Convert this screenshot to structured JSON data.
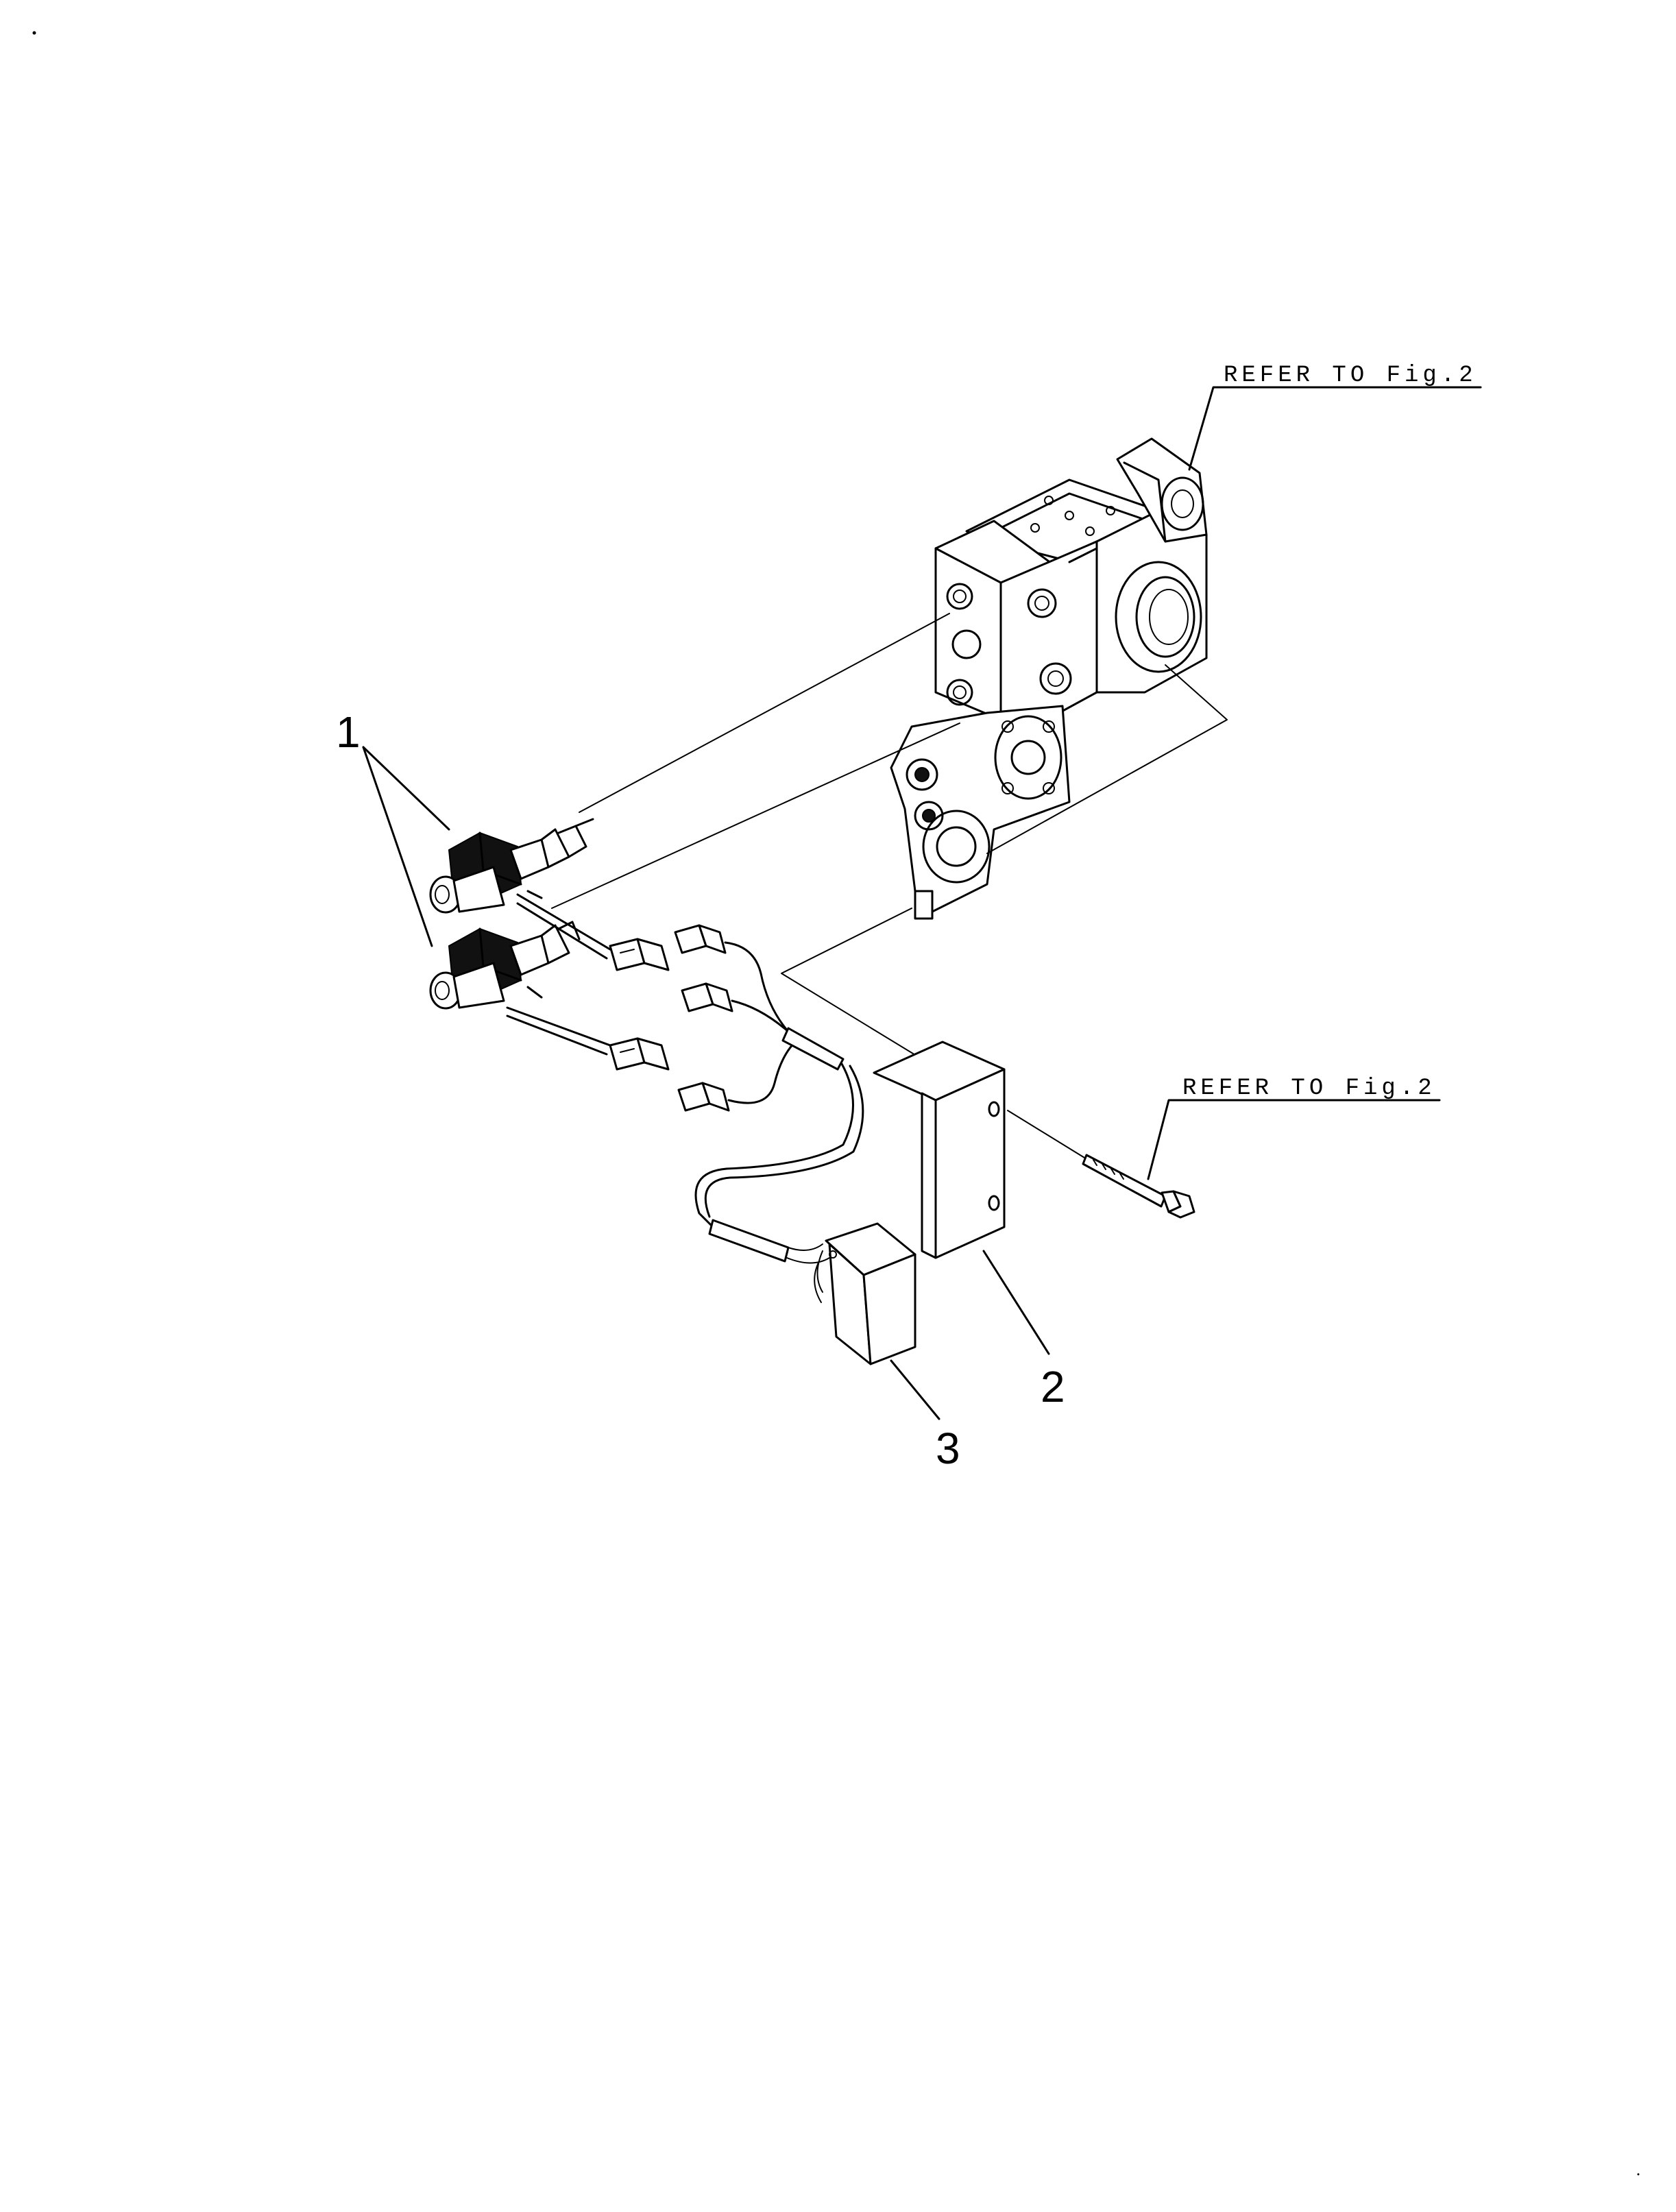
{
  "callouts": {
    "item_1": "1",
    "item_2": "2",
    "item_3": "3"
  },
  "references": {
    "upper": "REFER TO Fig.2",
    "lower": "REFER TO Fig.2"
  },
  "colors": {
    "ink": "#000000",
    "paper": "#ffffff"
  }
}
